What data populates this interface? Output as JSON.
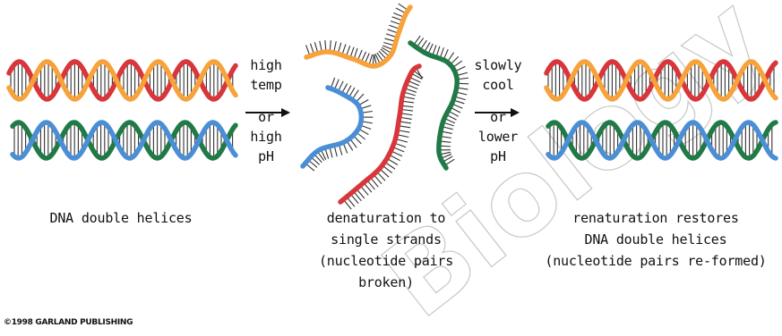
{
  "conditions": {
    "denature": [
      "high",
      "temp",
      "or",
      "high",
      "pH"
    ],
    "renature": [
      "slowly",
      "cool",
      "or",
      "lower",
      "pH"
    ]
  },
  "captions": {
    "left": [
      "DNA double helices"
    ],
    "middle": [
      "denaturation to",
      "single strands",
      "(nucleotide pairs",
      "broken)"
    ],
    "right": [
      "renaturation restores",
      "DNA double helices",
      "(nucleotide pairs re-formed)"
    ]
  },
  "copyright": "©1998 GARLAND PUBLISHING",
  "watermark": "Biology",
  "colors": {
    "orange": "#f7a23a",
    "red": "#d8363a",
    "blue": "#4a8fd6",
    "green": "#1f7a46",
    "rung": "#333333",
    "watermark": "#9a9a9a"
  }
}
